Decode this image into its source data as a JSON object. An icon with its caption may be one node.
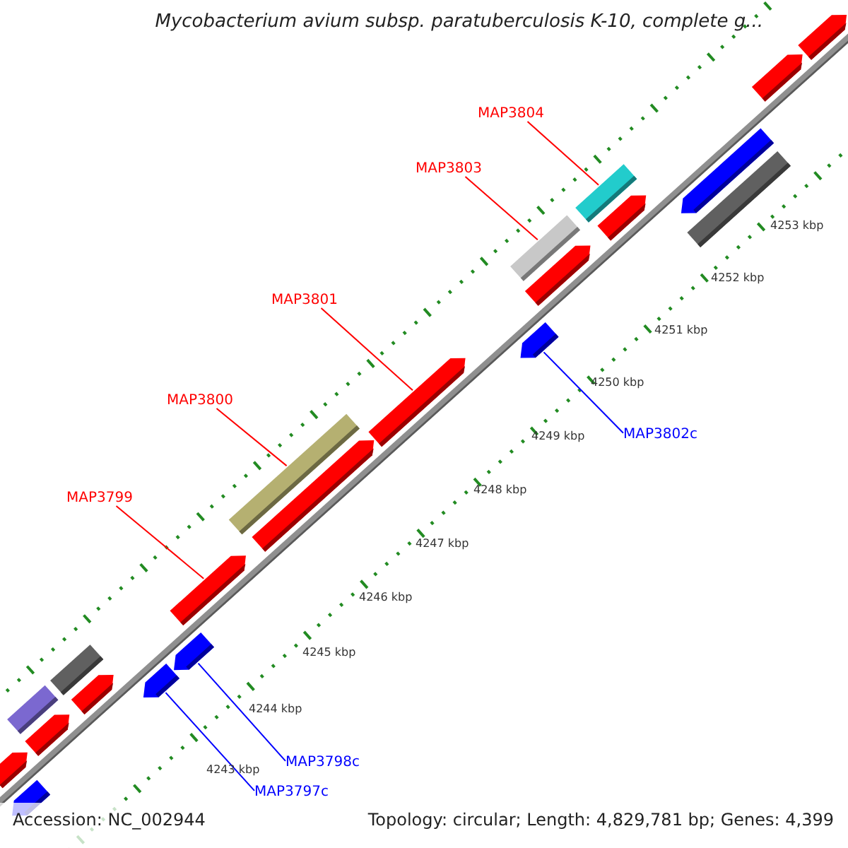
{
  "diagram": {
    "title": "Mycobacterium avium subsp. paratuberculosis K-10, complete g...",
    "nodes": [
      {
        "text": [
          "MAP3804"
        ]
      },
      {
        "text": [
          "MAP3803"
        ]
      },
      {
        "text": [
          "MAP3801"
        ]
      },
      {
        "text": [
          "MAP3800"
        ]
      },
      {
        "text": [
          "MAP3802c"
        ]
      },
      {
        "text": [
          "MAP3799"
        ]
      },
      {
        "text": [
          "MAP3798c"
        ]
      },
      {
        "text": [
          "MAP3797c"
        ]
      },
      {
        "text": [],
        "shape": "arrow"
      },
      {
        "text": [],
        "shape": "arrow"
      },
      {
        "text": [],
        "shape": "arrow"
      },
      {
        "text": [],
        "shape": "bar"
      },
      {
        "text": [],
        "shape": "arrow"
      },
      {
        "text": [],
        "shape": "bar"
      },
      {
        "text": [],
        "shape": "arrow"
      },
      {
        "text": [],
        "shape": "arrow"
      },
      {
        "text": [],
        "shape": "arrow"
      },
      {
        "text": [],
        "shape": "bar"
      },
      {
        "text": [],
        "shape": "arrow"
      },
      {
        "text": [],
        "shape": "arrow"
      },
      {
        "text": [],
        "shape": "arrow"
      },
      {
        "text": [],
        "shape": "arrow"
      },
      {
        "text": [],
        "shape": "bar"
      },
      {
        "text": [],
        "shape": "arrow"
      },
      {
        "text": [],
        "shape": "bar"
      },
      {
        "text": [],
        "shape": "bar"
      },
      {
        "text": [],
        "shape": "arrow"
      },
      {
        "text": [],
        "shape": "arrow"
      },
      {
        "text": [],
        "shape": "arrow"
      }
    ],
    "edges": [
      {
        "from": 0,
        "to": 24,
        "arrow": "none"
      },
      {
        "from": 1,
        "to": 22,
        "arrow": "none"
      },
      {
        "from": 2,
        "to": 19,
        "arrow": "none"
      },
      {
        "from": 3,
        "to": 17,
        "arrow": "none"
      },
      {
        "from": 4,
        "to": 20,
        "arrow": "none",
        "color": "#0000ff"
      },
      {
        "from": 5,
        "to": 16,
        "arrow": "none"
      },
      {
        "from": 6,
        "to": 15,
        "arrow": "none",
        "color": "#0000ff"
      },
      {
        "from": 7,
        "to": 14,
        "arrow": "none",
        "color": "#0000ff"
      }
    ],
    "labels": [
      "4253 kbp",
      "4252 kbp",
      "4251 kbp",
      "4250 kbp",
      "4249 kbp",
      "4248 kbp",
      "4247 kbp",
      "4246 kbp",
      "4245 kbp",
      "4244 kbp",
      "4243 kbp",
      "Accession: NC_002944",
      "Topology: circular; Length: 4,829,781 bp; Genes: 4,399"
    ]
  }
}
